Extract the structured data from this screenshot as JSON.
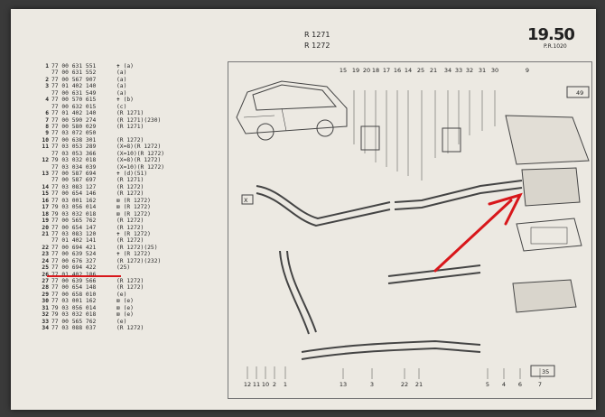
{
  "header": {
    "plate": "19.50",
    "plate_sub": "P.R.1020",
    "ref1": "R 1271",
    "ref2": "R 1272"
  },
  "parts": [
    {
      "n": "1",
      "p": "77 00 631 551",
      "note": "✝ (a)"
    },
    {
      "n": "",
      "p": "77 00 631 552",
      "note": "(a)"
    },
    {
      "n": "2",
      "p": "77 00 567 907",
      "note": "(a)"
    },
    {
      "n": "3",
      "p": "77 01 402 140",
      "note": "(a)"
    },
    {
      "n": "",
      "p": "77 00 631 549",
      "note": "(a)"
    },
    {
      "n": "4",
      "p": "77 00 570 615",
      "note": "✝ (b)"
    },
    {
      "n": "",
      "p": "77 00 632 015",
      "note": "(c)"
    },
    {
      "n": "6",
      "p": "77 01 402 140",
      "note": "(R 1271)"
    },
    {
      "n": "7",
      "p": "77 00 590 274",
      "note": "(R 1271)(230)"
    },
    {
      "n": "8",
      "p": "77 00 580 029",
      "note": "(R 1271)"
    },
    {
      "n": "9",
      "p": "77 03 072 050",
      "note": ""
    },
    {
      "n": "10",
      "p": "77 00 638 301",
      "note": "(R 1272)"
    },
    {
      "n": "11",
      "p": "77 03 053 289",
      "note": "(X=8)(R 1272)"
    },
    {
      "n": "",
      "p": "77 03 053 366",
      "note": "(X=10)(R 1272)"
    },
    {
      "n": "12",
      "p": "79 03 032 018",
      "note": "(X=8)(R 1272)"
    },
    {
      "n": "",
      "p": "77 03 034 039",
      "note": "(X=10)(R 1272)"
    },
    {
      "n": "13",
      "p": "77 00 587 694",
      "note": "✝ (d)(51)"
    },
    {
      "n": "",
      "p": "77 00 587 697",
      "note": "(R 1271)"
    },
    {
      "n": "14",
      "p": "77 03 083 127",
      "note": "(R 1272)"
    },
    {
      "n": "15",
      "p": "77 00 654 146",
      "note": "(R 1272)"
    },
    {
      "n": "16",
      "p": "77 03 001 162",
      "note": "⊠ (R 1272)"
    },
    {
      "n": "17",
      "p": "79 03 056 014",
      "note": "⊠ (R 1272)"
    },
    {
      "n": "18",
      "p": "79 03 032 018",
      "note": "⊠ (R 1272)"
    },
    {
      "n": "19",
      "p": "77 00 565 762",
      "note": "(R 1272)"
    },
    {
      "n": "20",
      "p": "77 00 654 147",
      "note": "(R 1272)"
    },
    {
      "n": "21",
      "p": "77 03 083 120",
      "note": "✝ (R 1272)"
    },
    {
      "n": "",
      "p": "77 01 402 141",
      "note": "(R 1272)"
    },
    {
      "n": "22",
      "p": "77 00 694 421",
      "note": "(R 1272)(25)"
    },
    {
      "n": "23",
      "p": "77 00 639 524",
      "note": "✝ (R 1272)"
    },
    {
      "n": "24",
      "p": "77 00 676 327",
      "note": "(R 1272)(232)"
    },
    {
      "n": "25",
      "p": "77 00 694 422",
      "note": "(25)"
    },
    {
      "n": "26",
      "p": "77 01 402 186",
      "note": ""
    },
    {
      "n": "27",
      "p": "77 00 639 566",
      "note": "(R 1272)"
    },
    {
      "n": "28",
      "p": "77 00 654 148",
      "note": "(R 1272)"
    },
    {
      "n": "29",
      "p": "77 00 658 010",
      "note": "(e)"
    },
    {
      "n": "30",
      "p": "77 03 001 162",
      "note": "⊠ (e)"
    },
    {
      "n": "31",
      "p": "79 03 056 014",
      "note": "⊠ (e)"
    },
    {
      "n": "32",
      "p": "79 03 032 018",
      "note": "⊠ (e)"
    },
    {
      "n": "33",
      "p": "77 00 565 762",
      "note": "(e)"
    },
    {
      "n": "34",
      "p": "77 03 088 037",
      "note": "(R 1272)"
    }
  ],
  "callouts_top": [
    "15",
    "19",
    "20",
    "18",
    "17",
    "16",
    "14",
    "25",
    "21",
    "34",
    "33",
    "32",
    "31",
    "30",
    "9"
  ],
  "callouts_bottom": [
    "12",
    "11",
    "10",
    "2",
    "1",
    "13",
    "3",
    "22",
    "21",
    "5",
    "4",
    "6",
    "7"
  ],
  "box_labels": {
    "b49": "49",
    "b35": "35",
    "bx": "X"
  },
  "colors": {
    "paper": "#ece9e2",
    "ink": "#333333",
    "annotation": "#d8171b",
    "background": "#3a3a3a"
  }
}
